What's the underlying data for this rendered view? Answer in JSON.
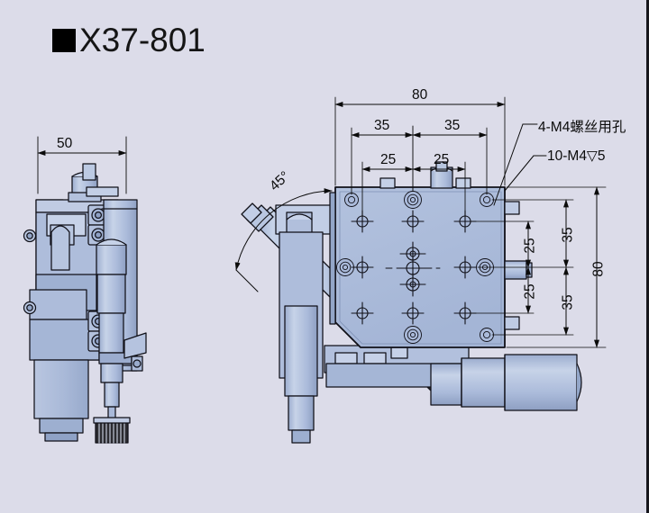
{
  "page": {
    "background_color": "#dcdce9",
    "title_marker": "■",
    "title": "X37-801",
    "border_color": "#16161c"
  },
  "drawing": {
    "part_fill": "#aabada",
    "part_fill_light": "#c3cfe6",
    "part_fill_dark": "#93a6c8",
    "line_color": "#101018",
    "views": [
      {
        "name": "side-view",
        "label": "left-elevation"
      },
      {
        "name": "top-view",
        "label": "plan-view"
      }
    ]
  },
  "annotations": [
    {
      "id": "screw-holes",
      "text": "4-M4螺丝用孔"
    },
    {
      "id": "tapped-holes",
      "text": "10-M4▽5"
    },
    {
      "id": "angle",
      "text": "45°"
    }
  ],
  "dimensions": {
    "side_view": {
      "width": "50"
    },
    "top_view": {
      "overall_width": "80",
      "overall_height": "80",
      "half_width_left": "35",
      "half_width_right": "35",
      "inner_width_left": "25",
      "inner_width_right": "25",
      "half_height_top": "35",
      "half_height_bottom": "35",
      "inner_height_top": "25",
      "inner_height_bottom": "25"
    }
  },
  "labels": {
    "d80_top": "80",
    "d35_topleft": "35",
    "d35_topright": "35",
    "d25_topleft": "25",
    "d25_topright": "25",
    "d80_right": "80",
    "d35_rightupper": "35",
    "d35_rightlower": "35",
    "d25_rightupper": "25",
    "d25_rightlower": "25",
    "d50_left": "50",
    "angle_45": "45°",
    "note_screw": "4-M4螺丝用孔",
    "note_tap": "10-M4▽5"
  }
}
